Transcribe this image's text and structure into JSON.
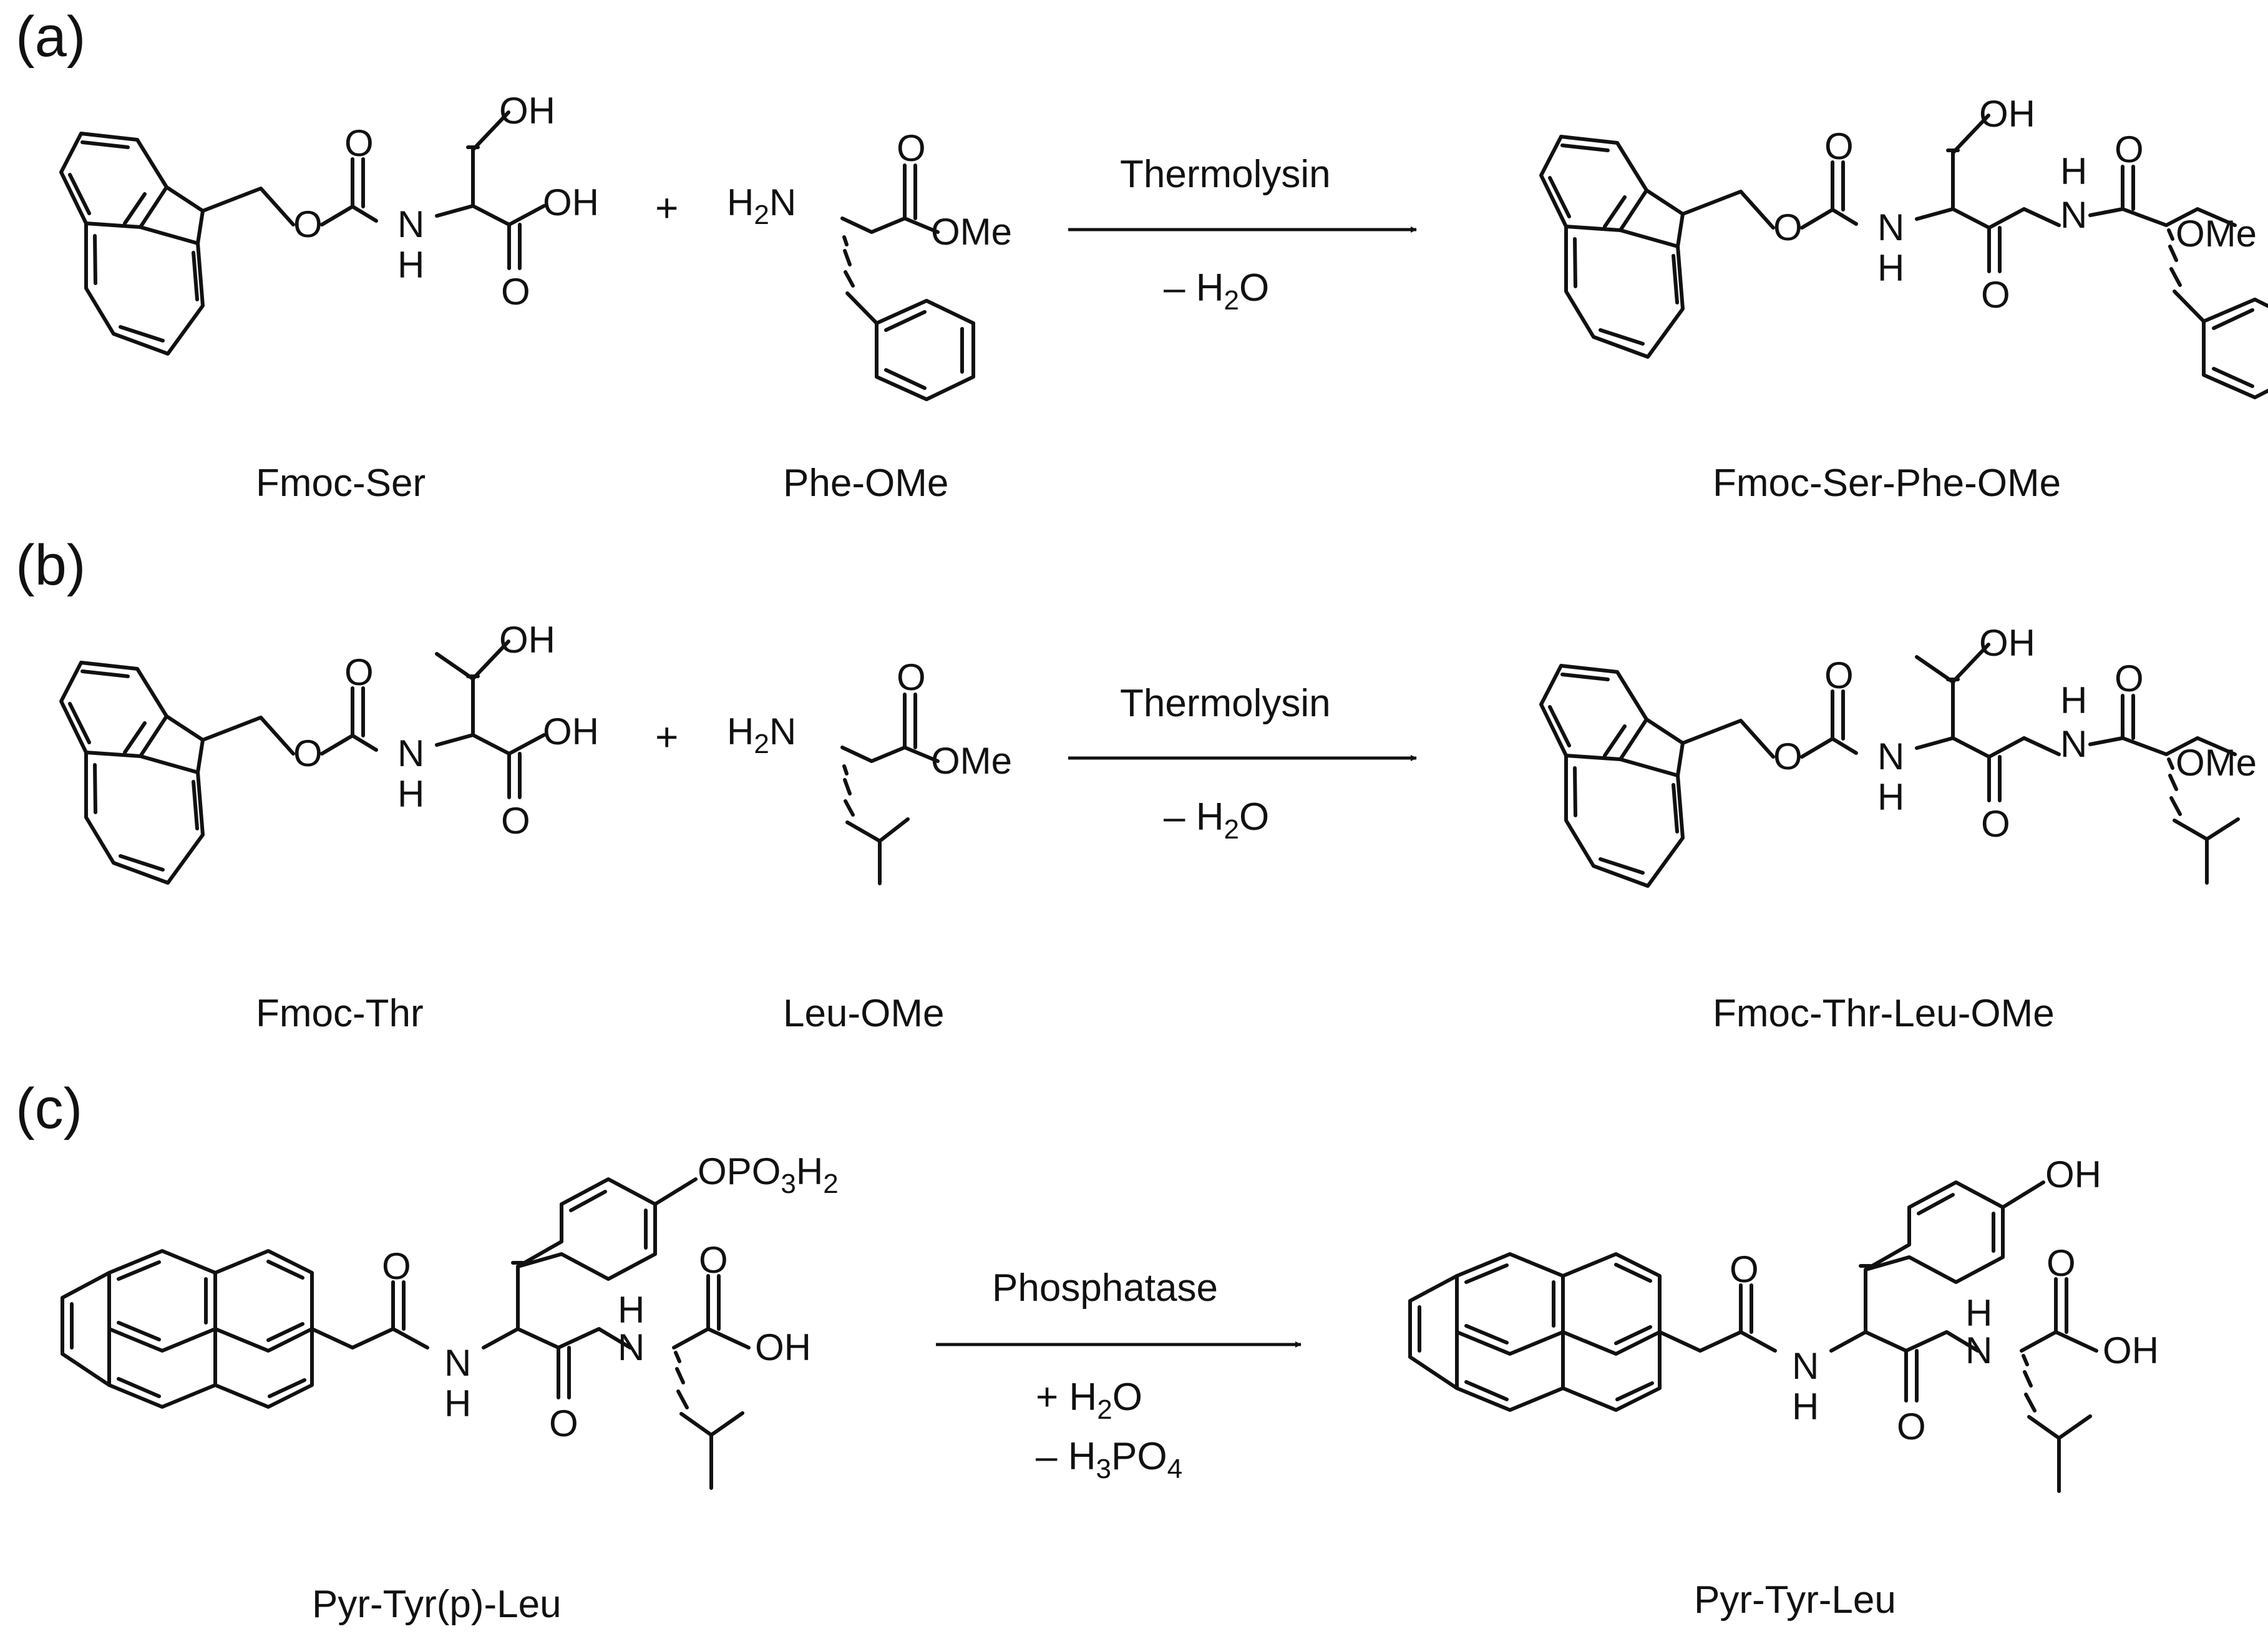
{
  "panel_labels": [
    "(a)",
    "(b)",
    "(c)"
  ],
  "atoms": {
    "o": "O",
    "oh": "OH",
    "h": "H",
    "n": "N",
    "h2n_h": "H",
    "h2n_sub": "2",
    "h2n_n": "N",
    "ome": "OMe",
    "opo3h2": [
      "O",
      "PO",
      "3",
      "H",
      "2"
    ]
  },
  "plus": "+",
  "reactions": {
    "a": {
      "reagent": "Thermolysin",
      "byproduct": [
        "– H",
        "2",
        "O"
      ],
      "reactant1": "Fmoc-Ser",
      "reactant2": "Phe-OMe",
      "product": "Fmoc-Ser-Phe-OMe"
    },
    "b": {
      "reagent": "Thermolysin",
      "byproduct": [
        "– H",
        "2",
        "O"
      ],
      "reactant1": "Fmoc-Thr",
      "reactant2": "Leu-OMe",
      "product": "Fmoc-Thr-Leu-OMe"
    },
    "c": {
      "reagent": "Phosphatase",
      "added": [
        "+ H",
        "2",
        "O"
      ],
      "byproduct": [
        "– H",
        "3",
        "PO",
        "4"
      ],
      "reactant": "Pyr-Tyr(p)-Leu",
      "product": "Pyr-Tyr-Leu"
    }
  },
  "colors": {
    "ink": "#111111",
    "background": "#ffffff"
  }
}
